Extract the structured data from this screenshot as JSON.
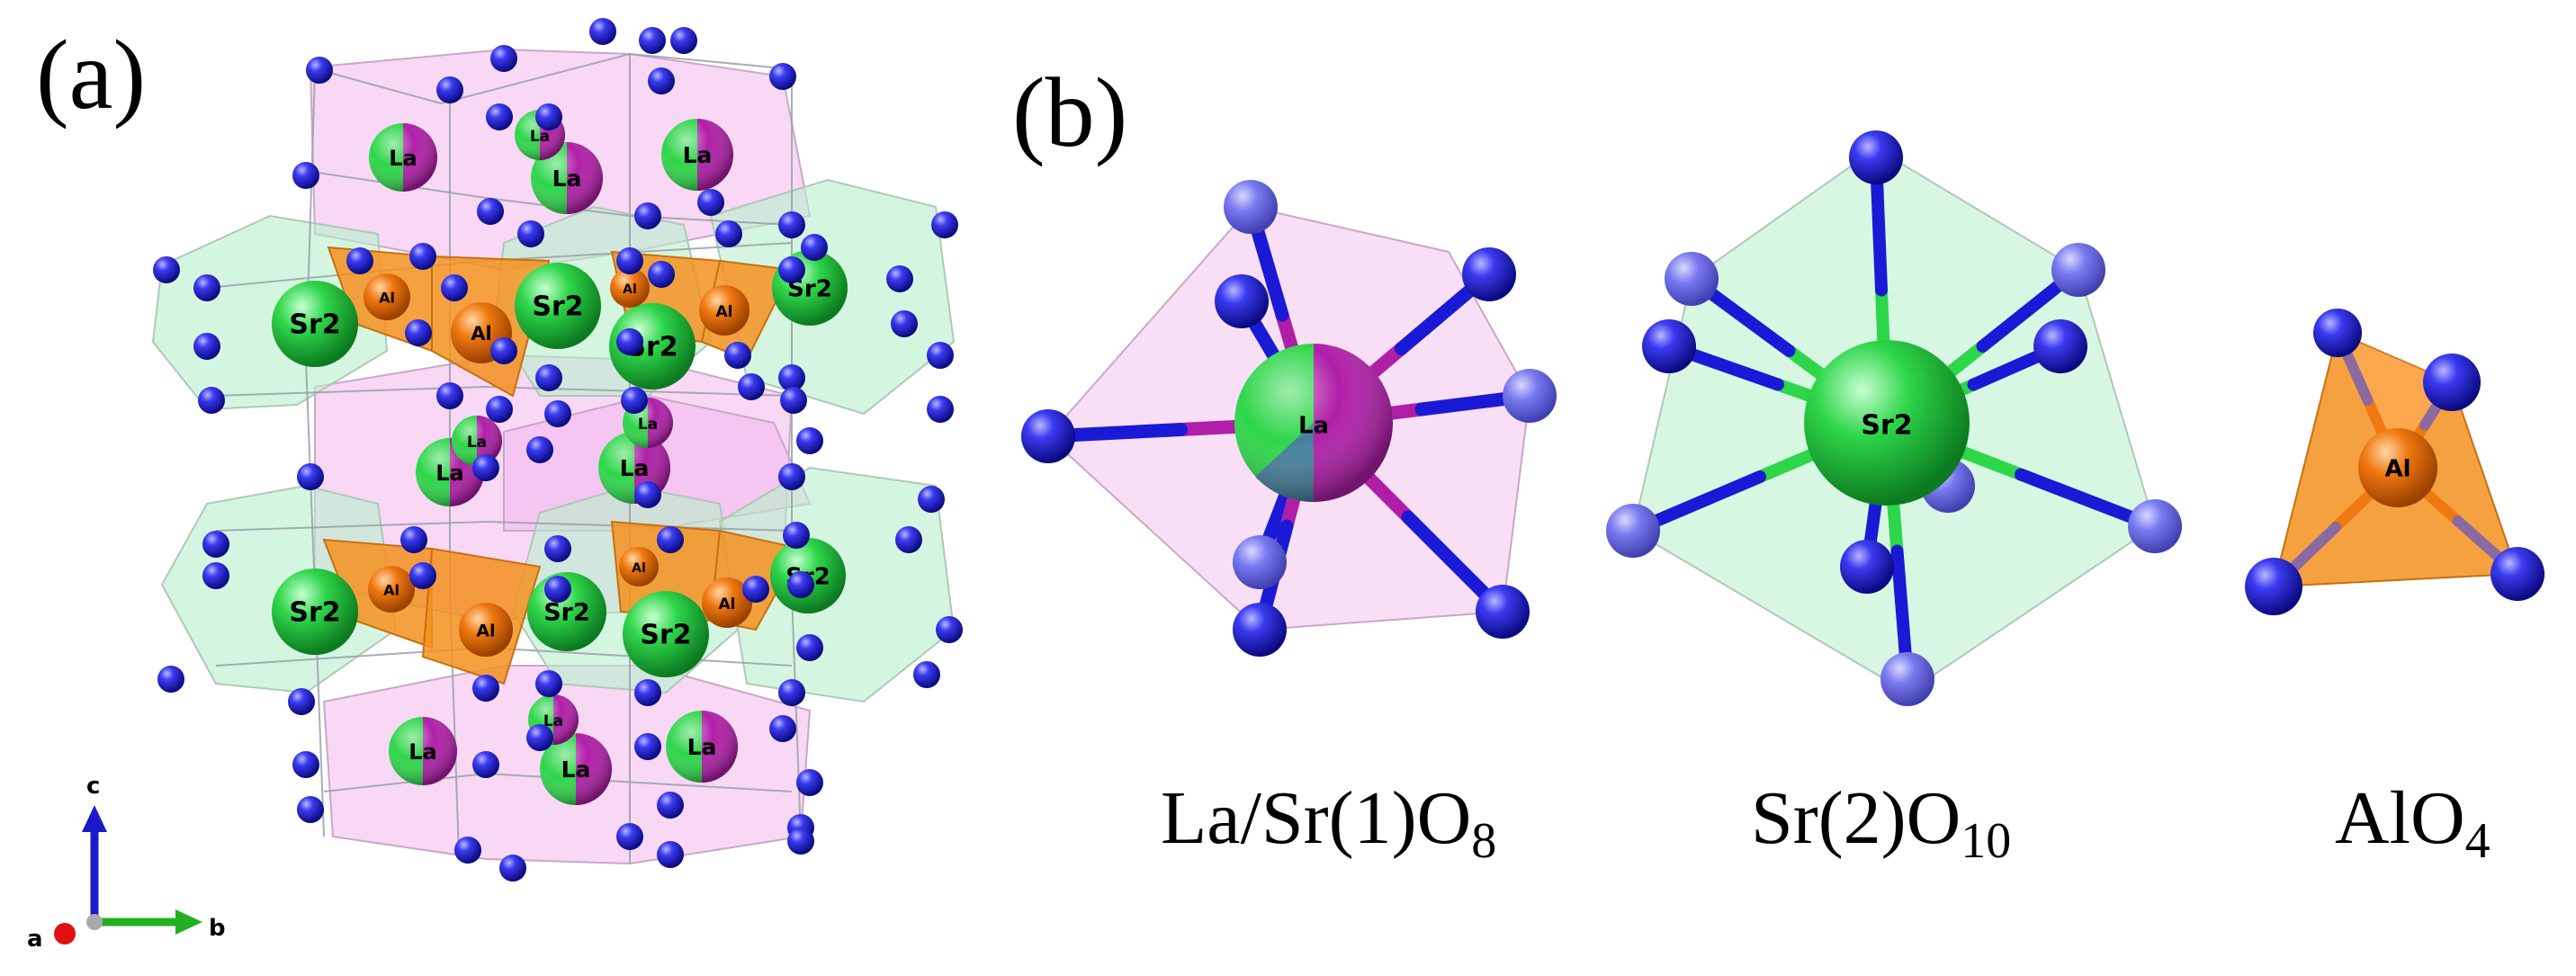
{
  "panel_labels": {
    "a": "(a)",
    "b": "(b)"
  },
  "atom_labels": {
    "la": "La",
    "sr2": "Sr2",
    "al": "Al"
  },
  "axes": {
    "a": "a",
    "b": "b",
    "c": "c"
  },
  "captions": {
    "la_sr": {
      "main": "La/Sr(1)O",
      "sub": "8"
    },
    "sr2": {
      "main": "Sr(2)O",
      "sub": "10"
    },
    "alo4": {
      "main": "AlO",
      "sub": "4"
    }
  },
  "colors": {
    "oxygen": "#1a1ad6",
    "sr_green": "#2ed64a",
    "la_magenta": "#b01ea8",
    "al_orange": "#f07810",
    "poly_pink": "#f2b8ec",
    "poly_green": "#b8f0cc",
    "poly_orange": "#f5901e"
  }
}
